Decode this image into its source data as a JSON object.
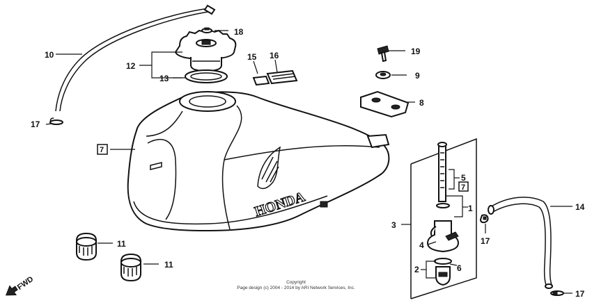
{
  "labels": {
    "hose_top": "10",
    "cap": "12",
    "gasket": "13",
    "washer_top": "18",
    "clip_left": "17",
    "tank_ref": "7",
    "label_a": "15",
    "label_b": "16",
    "bolt": "19",
    "washer_right": "9",
    "bracket": "8",
    "cushion_a": "11",
    "cushion_b": "11",
    "valve_assy": "3",
    "filter": "1",
    "valve": "4",
    "oring_part": "5",
    "oring_ref": "7",
    "bowl_assy": "2",
    "bowl_seal": "6",
    "fuel_hose": "14",
    "clip_mid": "17",
    "clip_bottom": "17"
  },
  "brand_text": "HONDA",
  "fwd_text": "FWD",
  "copyright": {
    "line1": "Copyright",
    "line2": "Page design (c) 2004 - 2014 by ARI Network Services, Inc."
  }
}
